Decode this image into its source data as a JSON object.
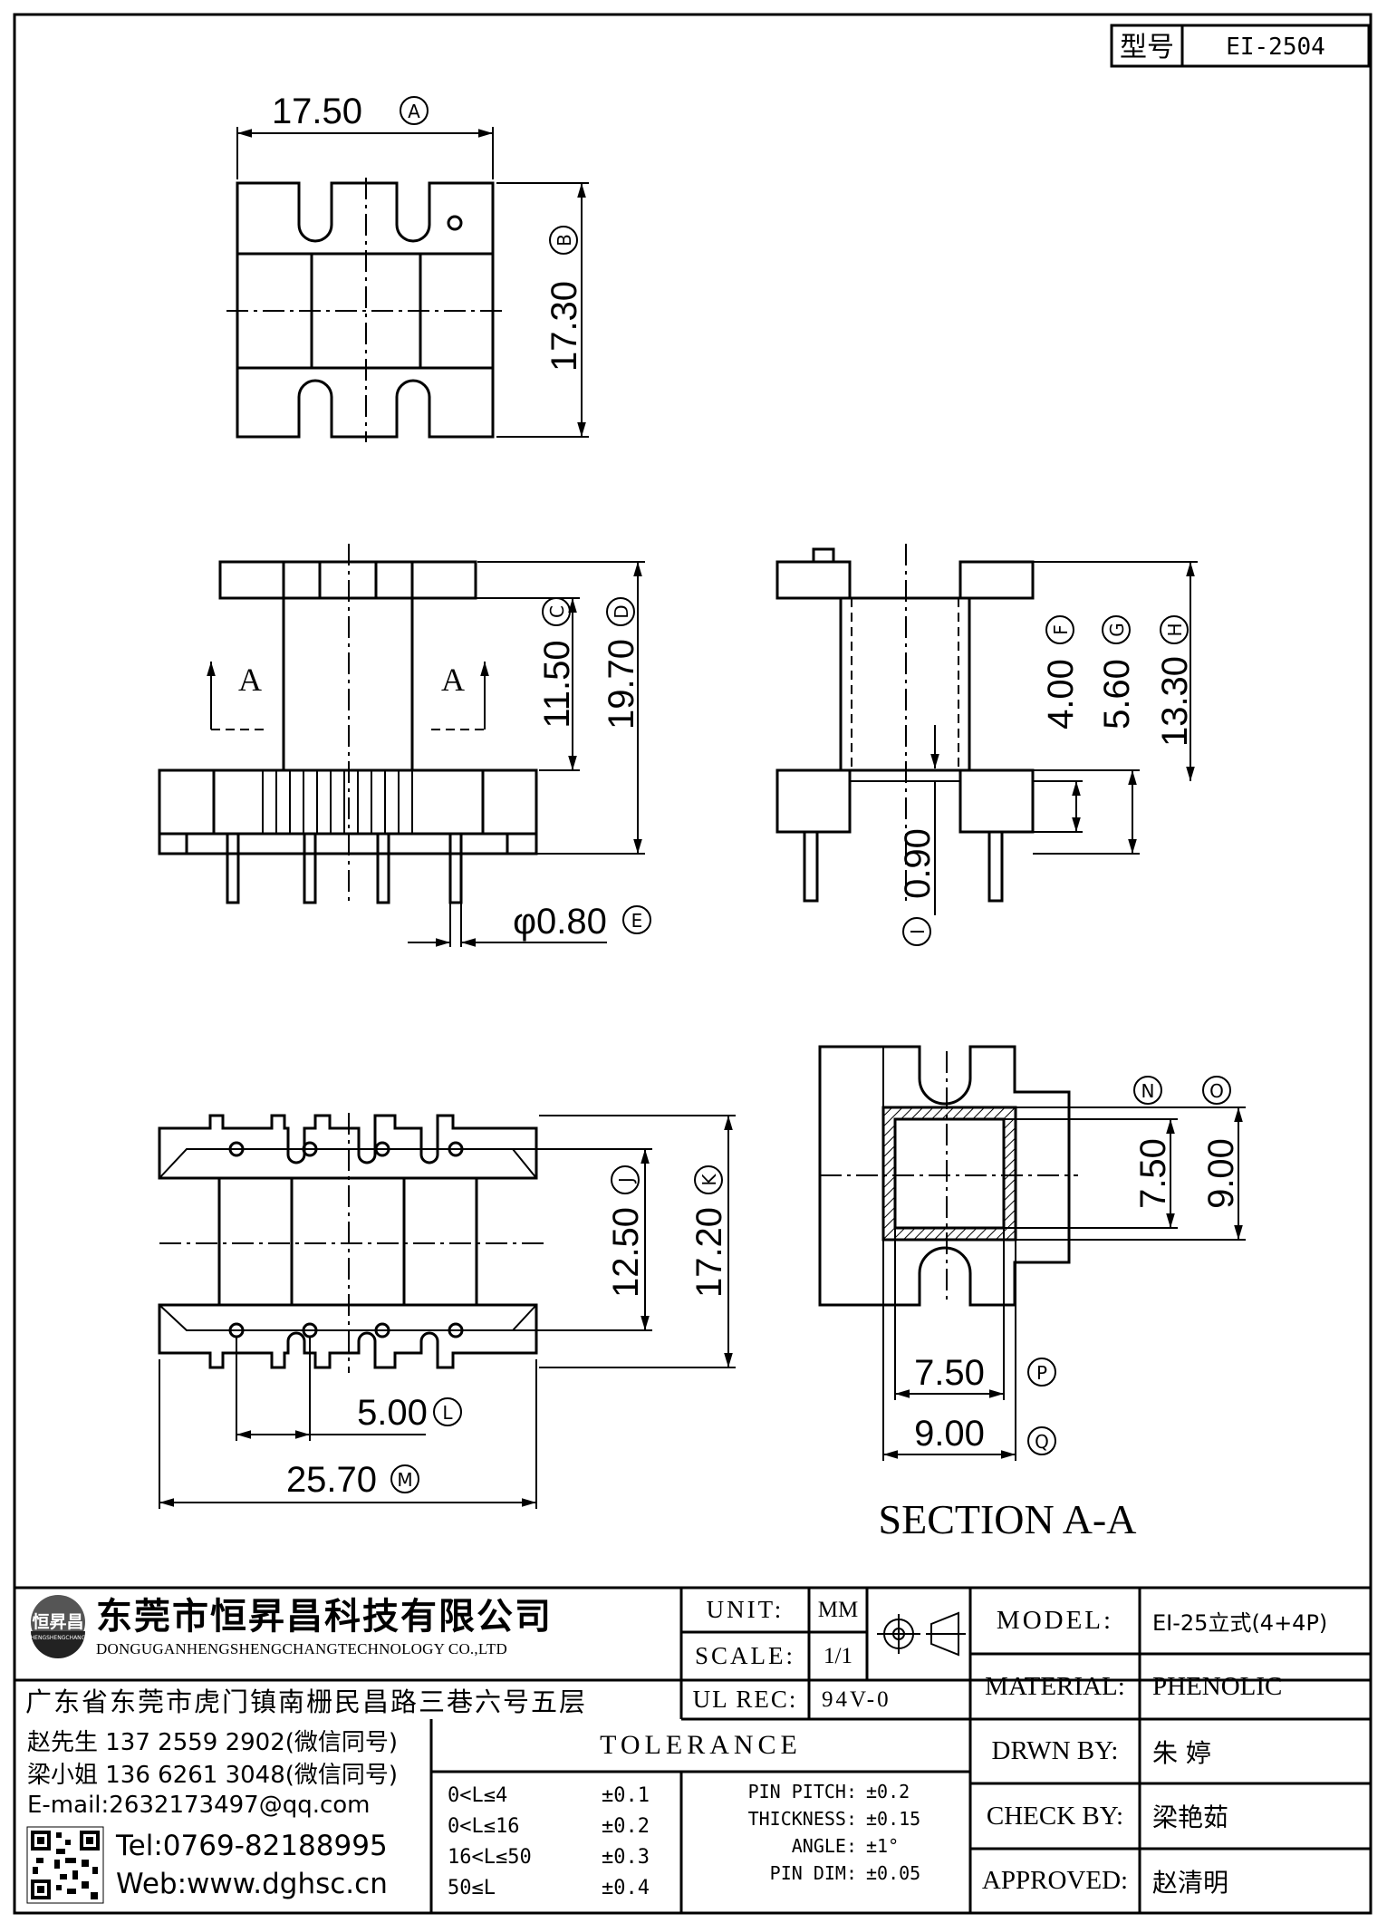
{
  "model_box": {
    "label": "型号",
    "value": "EI-2504"
  },
  "dimensions": {
    "A": {
      "value": "17.50",
      "letter": "A"
    },
    "B": {
      "value": "17.30",
      "letter": "B"
    },
    "C": {
      "value": "11.50",
      "letter": "C"
    },
    "D": {
      "value": "19.70",
      "letter": "D"
    },
    "E": {
      "value": "φ0.80",
      "letter": "E"
    },
    "F": {
      "value": "4.00",
      "letter": "F"
    },
    "G": {
      "value": "5.60",
      "letter": "G"
    },
    "H": {
      "value": "13.30",
      "letter": "H"
    },
    "I": {
      "value": "0.90",
      "letter": "I"
    },
    "J": {
      "value": "12.50",
      "letter": "J"
    },
    "K": {
      "value": "17.20",
      "letter": "K"
    },
    "L": {
      "value": "5.00",
      "letter": "L"
    },
    "M": {
      "value": "25.70",
      "letter": "M"
    },
    "N": {
      "value": "7.50",
      "letter": "N"
    },
    "O": {
      "value": "9.00",
      "letter": "O"
    },
    "P": {
      "value": "7.50",
      "letter": "P"
    },
    "Q": {
      "value": "9.00",
      "letter": "Q"
    }
  },
  "section_marker": "A",
  "section_title": "SECTION A-A",
  "company": {
    "name_cn": "东莞市恒昇昌科技有限公司",
    "name_en": "DONGUGANHENGSHENGCHANGTECHNOLOGY CO.,LTD",
    "address": "广东省东莞市虎门镇南栅民昌路三巷六号五层",
    "logo_text": "恒昇昌",
    "logo_sub": "HENGSHENGCHANG"
  },
  "contacts": [
    "赵先生 137 2559 2902(微信同号)",
    "梁小姐 136 6261 3048(微信同号)",
    "E-mail:2632173497@qq.com"
  ],
  "tel": "Tel:0769-82188995",
  "web": "Web:www.dghsc.cn",
  "specs": {
    "unit_label": "UNIT:",
    "unit_value": "MM",
    "scale_label": "SCALE:",
    "scale_value": "1/1",
    "ul_label": "UL REC:",
    "ul_value": "94V-0"
  },
  "tolerance": {
    "title": "TOLERANCE",
    "rows": [
      {
        "range": "0<L≤4",
        "tol": "±0.1"
      },
      {
        "range": "0<L≤16",
        "tol": "±0.2"
      },
      {
        "range": "16<L≤50",
        "tol": "±0.3"
      },
      {
        "range": "50≤L",
        "tol": "±0.4"
      }
    ],
    "misc": [
      {
        "label": "PIN PITCH:",
        "value": "±0.2"
      },
      {
        "label": "THICKNESS:",
        "value": "±0.15"
      },
      {
        "label": "ANGLE:",
        "value": "±1°"
      },
      {
        "label": "PIN DIM:",
        "value": "±0.05"
      }
    ]
  },
  "info": [
    {
      "label": "MODEL:",
      "value": "EI-25立式(4+4P)"
    },
    {
      "label": "MATERIAL:",
      "value": "PHENOLIC"
    },
    {
      "label": "DRWN BY:",
      "value": "朱 婷"
    },
    {
      "label": "CHECK BY:",
      "value": "梁艳茹"
    },
    {
      "label": "APPROVED:",
      "value": "赵清明"
    }
  ]
}
